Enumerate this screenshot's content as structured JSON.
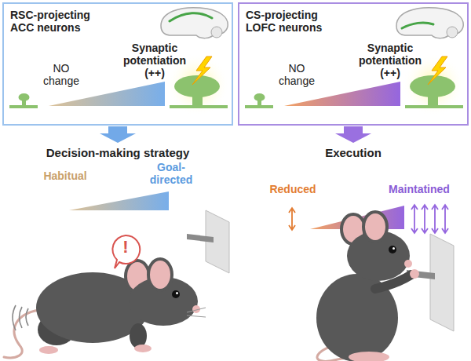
{
  "diagram": {
    "nodes": [
      {
        "text": [
          "RSC-projecting ACC neurons",
          "NO change",
          "Synaptic potentiation (++)"
        ]
      },
      {
        "text": [
          "CS-projecting LOFC neurons",
          "NO change",
          "Synaptic potentiation (++)"
        ]
      },
      {
        "text": [
          "Decision-making strategy",
          "Habitual",
          "Goal-directed"
        ]
      },
      {
        "text": [
          "Execution",
          "Reduced",
          "Maintatined"
        ]
      }
    ],
    "edges": [
      {
        "from": 0,
        "to": 2,
        "arrow": "to"
      },
      {
        "from": 1,
        "to": 3,
        "arrow": "to"
      }
    ],
    "labels": [
      "!"
    ]
  }
}
